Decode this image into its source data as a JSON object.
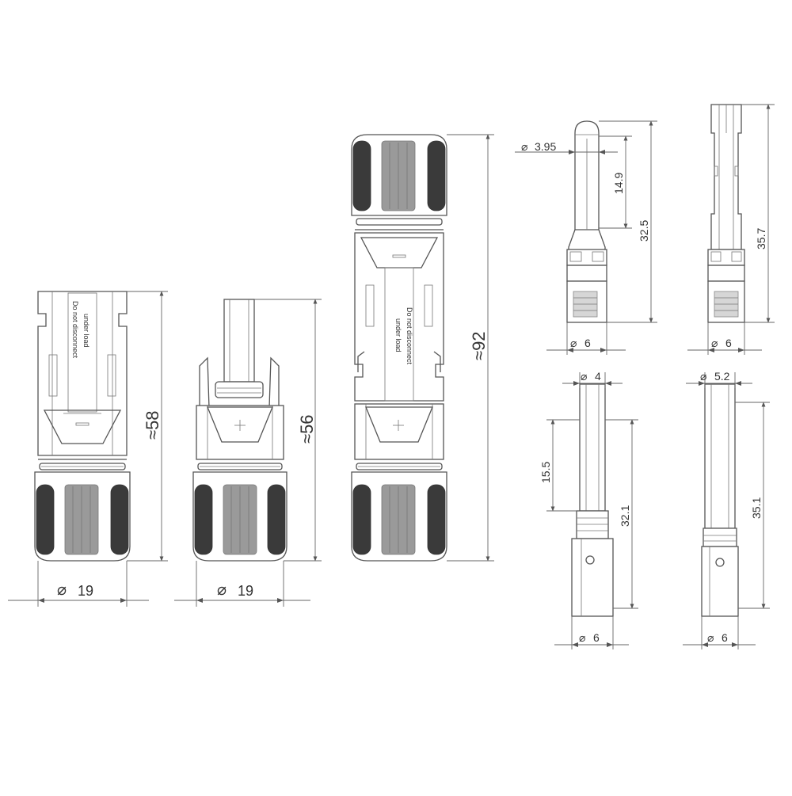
{
  "views": {
    "female_connector": {
      "label_text": "Do not disconnect under load",
      "label_line1": "Do not disconnect",
      "label_line2": "under load",
      "diameter_label": "19",
      "height_label": "≈58"
    },
    "male_connector": {
      "diameter_label": "19",
      "height_label": "≈56"
    },
    "mated_pair": {
      "label_line1": "Do not disconnect",
      "label_line2": "under load",
      "height_label": "≈92"
    },
    "female_contact_front": {
      "tip_diameter_label": "3.95",
      "tip_length_label": "14.9",
      "length_label": "32.5",
      "base_diameter_label": "6"
    },
    "female_contact_side": {
      "length_label": "35.7",
      "base_diameter_label": "6"
    },
    "male_pin_front": {
      "pin_diameter_label": "4",
      "pin_length_label": "15.5",
      "length_label": "32.1",
      "base_diameter_label": "6"
    },
    "male_pin_side": {
      "pin_diameter_label": "5.2",
      "length_label": "35.1",
      "base_diameter_label": "6"
    }
  },
  "symbols": {
    "diameter": "⌀"
  },
  "colors": {
    "line": "#555555",
    "grip_dark": "#3a3a3a",
    "grip_mid": "#9a9a9a"
  }
}
